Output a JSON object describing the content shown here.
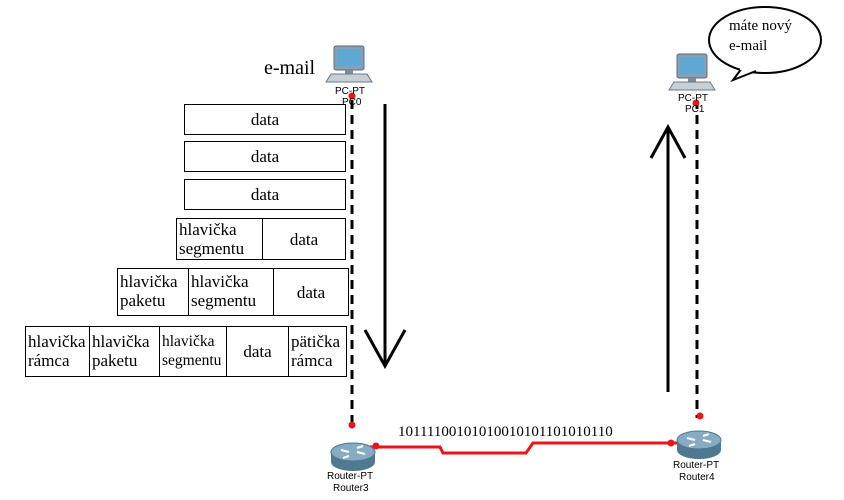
{
  "email_label": "e-mail",
  "pc0": {
    "type": "PC-PT",
    "name": "PC0"
  },
  "pc1": {
    "type": "PC-PT",
    "name": "PC1"
  },
  "router3": {
    "type": "Router-PT",
    "name": "Router3"
  },
  "router4": {
    "type": "Router-PT",
    "name": "Router4"
  },
  "bits": "10111100101010010101101010110",
  "bubble": {
    "line1": "máte nový",
    "line2": "e-mail"
  },
  "layers": {
    "data": "data",
    "segment_header_1": "hlavička",
    "segment_header_2": "segmentu",
    "packet_header_1": "hlavička",
    "packet_header_2": "paketu",
    "frame_header_1": "hlavička",
    "frame_header_2": "rámca",
    "frame_trailer_1": "pätička",
    "frame_trailer_2": "rámca"
  },
  "colors": {
    "link_red": "#e8151a",
    "dashed": "#000000"
  }
}
